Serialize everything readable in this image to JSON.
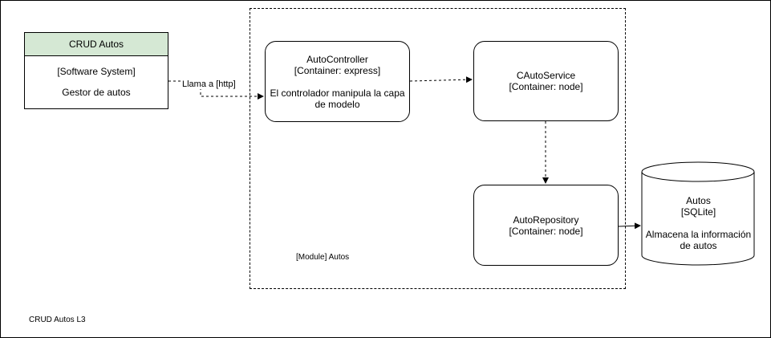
{
  "diagram": {
    "title": "CRUD Autos L3",
    "system": {
      "name": "CRUD Autos",
      "type": "[Software System]",
      "description": "Gestor de autos"
    },
    "module": {
      "label": "[Module] Autos"
    },
    "containers": {
      "controller": {
        "name": "AutoController",
        "tech": "[Container: express]",
        "description": "El controlador manipula la capa de modelo"
      },
      "service": {
        "name": "CAutoService",
        "tech": "[Container: node]"
      },
      "repository": {
        "name": "AutoRepository",
        "tech": "[Container: node]"
      }
    },
    "database": {
      "name": "Autos",
      "tech": "[SQLite]",
      "description": "Almacena la información de autos"
    },
    "edges": {
      "system_to_controller": "Llama a [http]"
    },
    "colors": {
      "system_header_fill": "#d5e8d4",
      "stroke": "#000000"
    }
  }
}
